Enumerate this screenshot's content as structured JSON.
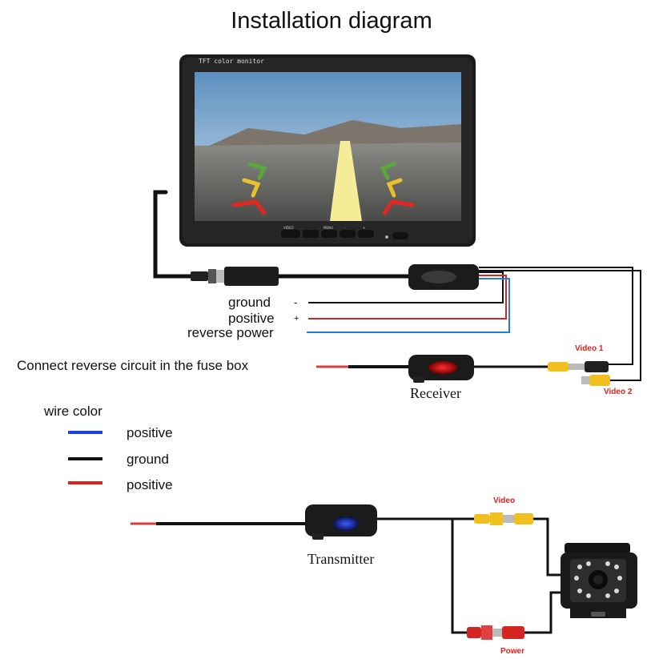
{
  "title": "Installation diagram",
  "monitor": {
    "brand_text": "TFT color monitor",
    "button_labels": [
      "VIDEO",
      "",
      "MENU",
      "-",
      "+"
    ]
  },
  "wires": {
    "ground": {
      "label": "ground",
      "sign": "-"
    },
    "positive": {
      "label": "positive",
      "sign": "+"
    },
    "reverse": {
      "label": "reverse power"
    }
  },
  "fuse_box_label": "Connect reverse circuit in the fuse box",
  "receiver": {
    "label": "Receiver",
    "video1": "Video 1",
    "video2": "Video 2"
  },
  "legend": {
    "title": "wire color",
    "items": [
      {
        "color": "#1f3fe0",
        "label": "positive"
      },
      {
        "color": "#111111",
        "label": "ground"
      },
      {
        "color": "#e0201c",
        "label": "positive"
      }
    ]
  },
  "transmitter": {
    "label": "Transmitter",
    "video": "Video",
    "power": "Power"
  },
  "colors": {
    "cable": "#111111",
    "red": "#e0201c",
    "blue": "#1e7fd6",
    "yellow": "#f0c020"
  }
}
